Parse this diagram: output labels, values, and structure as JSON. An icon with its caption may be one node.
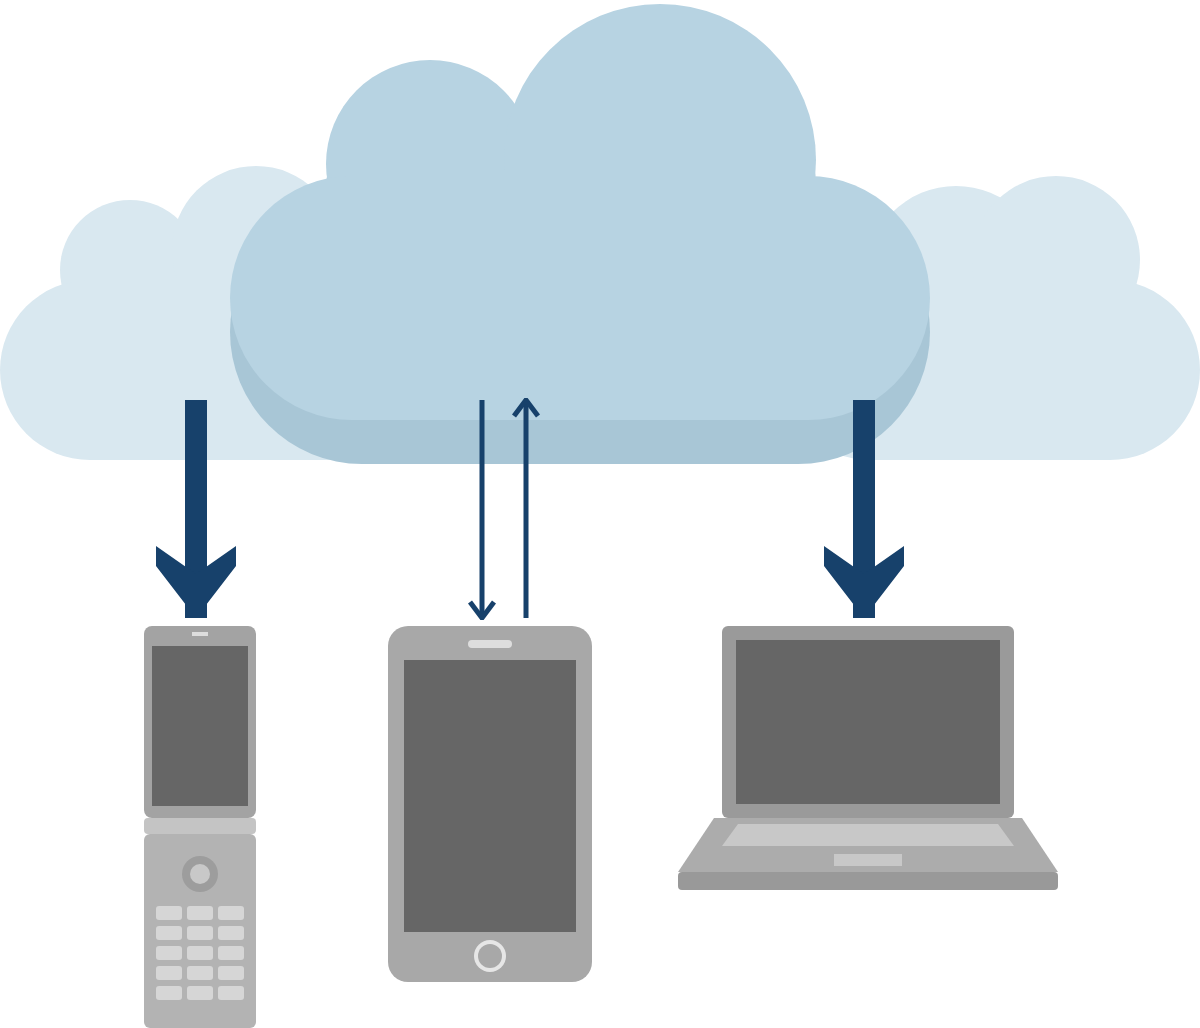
{
  "diagram": {
    "nodes": [
      {
        "text": [],
        "shape": "cloud"
      },
      {
        "text": [],
        "shape": "picture"
      },
      {
        "text": [],
        "shape": "picture"
      },
      {
        "text": [],
        "shape": "picture"
      }
    ],
    "edges": [
      {
        "from": 0,
        "to": 1,
        "arrow": "to",
        "style": "thick"
      },
      {
        "from": 0,
        "to": 2,
        "arrow": "to"
      },
      {
        "from": 2,
        "to": 0,
        "arrow": "to"
      },
      {
        "from": 0,
        "to": 3,
        "arrow": "to",
        "style": "thick"
      }
    ]
  }
}
